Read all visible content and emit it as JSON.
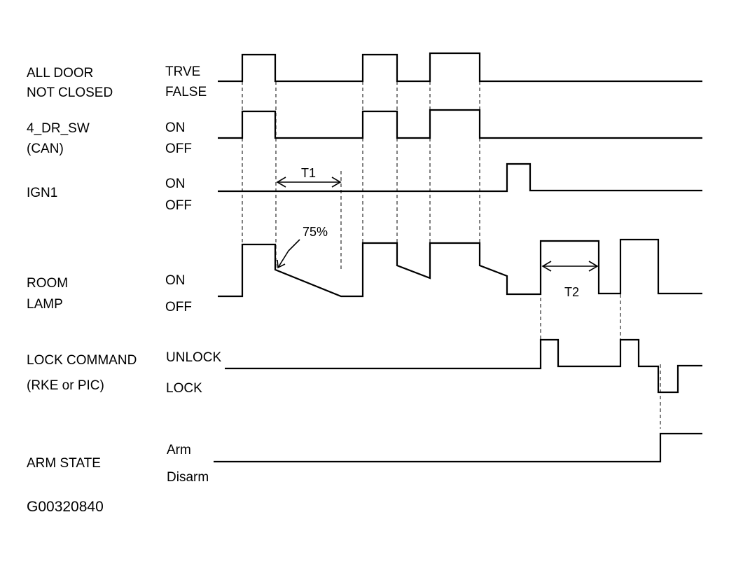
{
  "signals": [
    {
      "id": "door",
      "label_lines": [
        "ALL DOOR",
        "NOT CLOSED"
      ],
      "high_state": "TRVE",
      "low_state": "FALSE"
    },
    {
      "id": "drsw",
      "label_lines": [
        "4_DR_SW",
        "(CAN)"
      ],
      "high_state": "ON",
      "low_state": "OFF"
    },
    {
      "id": "ign1",
      "label_lines": [
        "IGN1"
      ],
      "high_state": "ON",
      "low_state": "OFF"
    },
    {
      "id": "lamp",
      "label_lines": [
        "ROOM",
        "LAMP"
      ],
      "high_state": "ON",
      "low_state": "OFF"
    },
    {
      "id": "lock",
      "label_lines": [
        "LOCK COMMAND",
        "(RKE or PIC)"
      ],
      "high_state": "UNLOCK",
      "low_state": "LOCK"
    },
    {
      "id": "arm",
      "label_lines": [
        "ARM STATE"
      ],
      "high_state": "Arm",
      "low_state": "Disarm"
    }
  ],
  "annotations": {
    "t1": "T1",
    "t2": "T2",
    "percent": "75%"
  },
  "figure_id": "G00320840"
}
